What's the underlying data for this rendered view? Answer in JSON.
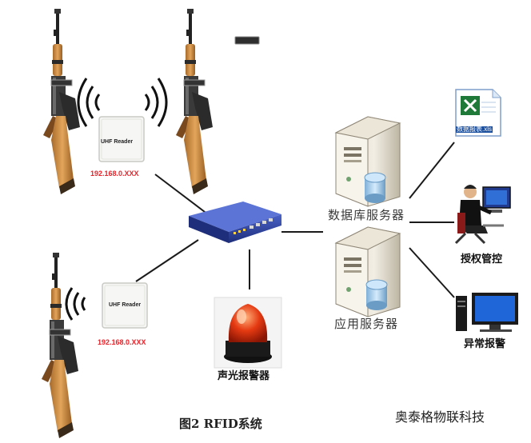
{
  "readers": [
    {
      "label": "UHF Reader",
      "ip": "192.168.0.XXX"
    },
    {
      "label": "UHF Reader",
      "ip": "192.168.0.XXX"
    }
  ],
  "servers": {
    "database": "数据库服务器",
    "application": "应用服务器"
  },
  "nodes": {
    "report_file": "数据报表.xls",
    "authorization": "授权管控",
    "alarm_report": "异常报警",
    "sound_light_alarm": "声光报警器"
  },
  "caption": "图2  RFID系统",
  "company": "奥泰格物联科技",
  "colors": {
    "ip_text": "#e8232a",
    "switch_body": "#2a3f9c",
    "alarm_red": "#e03a16",
    "rifle_wood": "#c98a3c"
  }
}
